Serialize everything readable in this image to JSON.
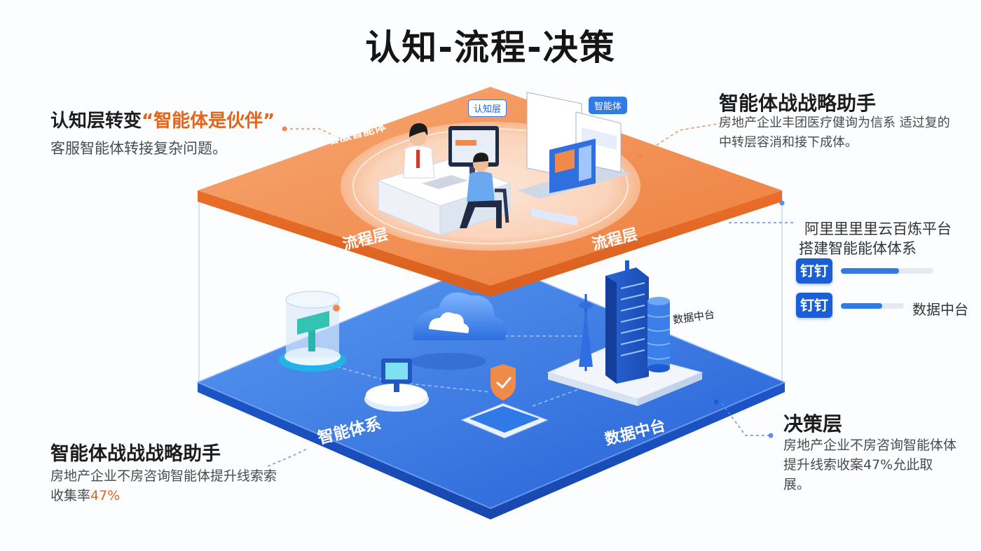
{
  "title": "认知-流程-决策",
  "cognition": {
    "head_prefix": "认知层",
    "head_mid": "转变",
    "head_quote": "“智能体是伙伴”",
    "body": "客服智能体转接复杂问题。"
  },
  "top_right": {
    "head": "智能体战战略助手",
    "body": "房地产企业丰团医疗健询为信系 适过复的中转层容消和接下成体。"
  },
  "right_mid": {
    "line1": "阿里里里里云百炼平台",
    "line2": "搭建智能能体体系",
    "dingtalk1": "钉钉",
    "dingtalk2": "钉钉",
    "data_label": "数据中台",
    "progress": [
      0.63,
      0.65
    ]
  },
  "decision": {
    "head": "决策层",
    "body": "房地产企业不房咨询智能体体提升线索收案47%允此取展。"
  },
  "bottom_left": {
    "head": "智能体战战战略助手",
    "body_text": "房地产企业不房咨询智能体提升线索索收集率",
    "body_pct": "47%"
  },
  "platform_labels": {
    "kefu": "客服智能体",
    "liucheng_left": "流程层",
    "liucheng_right": "流程层",
    "zhineng": "智能体系",
    "shuju": "数据中台",
    "float_tag1": "认知层",
    "float_tag2": "智能体",
    "building_label": "数据中台"
  },
  "colors": {
    "orange_platform": "#f08a4b",
    "blue_platform": "#2f6fe0",
    "accent_orange": "#e2651b",
    "brand_blue": "#1b5fd6"
  }
}
